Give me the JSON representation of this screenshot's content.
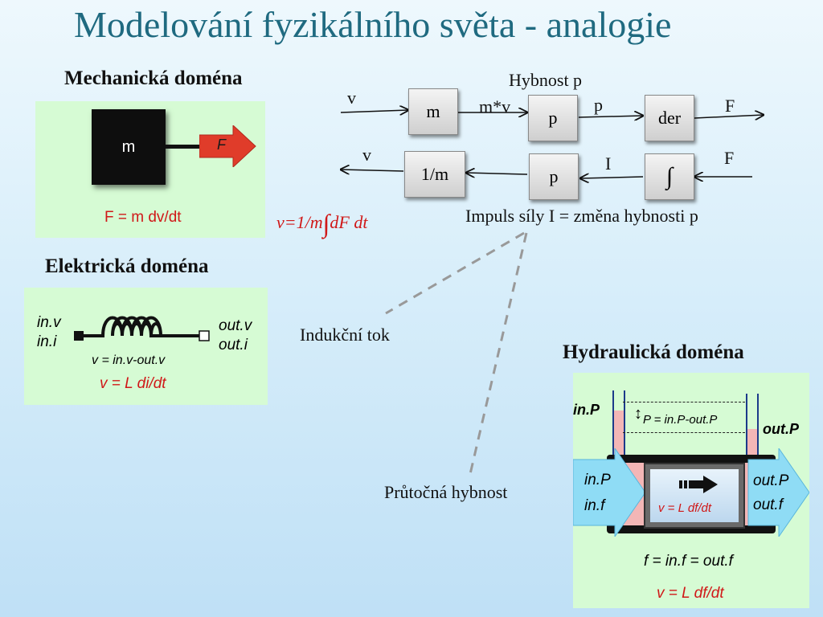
{
  "title": "Modelování fyzikálního světa - analogie",
  "mechanical": {
    "heading": "Mechanická doména",
    "mass_label": "m",
    "force_label": "F",
    "equation": "F = m dv/dt"
  },
  "electrical": {
    "heading": "Elektrická doména",
    "in_v": "in.v",
    "in_i": "in.i",
    "out_v": "out.v",
    "out_i": "out.i",
    "voltage_eq": "v = in.v-out.v",
    "equation": "v = L di/dt"
  },
  "hydraulic": {
    "heading": "Hydraulická doména",
    "in_p_top": "in.P",
    "out_p_top": "out.P",
    "pressure_eq": "P = in.P-out.P",
    "in_p": "in.P",
    "in_f": "in.f",
    "out_p": "out.P",
    "out_f": "out.f",
    "pipe_eq": "v = L df/dt",
    "flow_eq": "f = in.f = out.f",
    "equation": "v = L df/dt"
  },
  "block_diagram": {
    "top_label": "Hybnost p",
    "blocks": {
      "m": "m",
      "p_top": "p",
      "der": "der",
      "inv_m": "1/m",
      "p_bottom": "p",
      "integral": "∫"
    },
    "signals": {
      "v_in": "v",
      "mv": "m*v",
      "p": "p",
      "F_out": "F",
      "v_out": "v",
      "I": "I",
      "F_in": "F"
    },
    "integral_eq_pre": "v=1/m",
    "integral_eq_post": "dF dt",
    "impulse_label": "Impuls síly I = změna hybnosti p"
  },
  "annotations": {
    "flux": "Indukční tok",
    "flow_momentum": "Průtočná hybnost"
  },
  "colors": {
    "title": "#1f6a80",
    "accent_red": "#d01818",
    "panel_green": "#d6fbd4"
  }
}
